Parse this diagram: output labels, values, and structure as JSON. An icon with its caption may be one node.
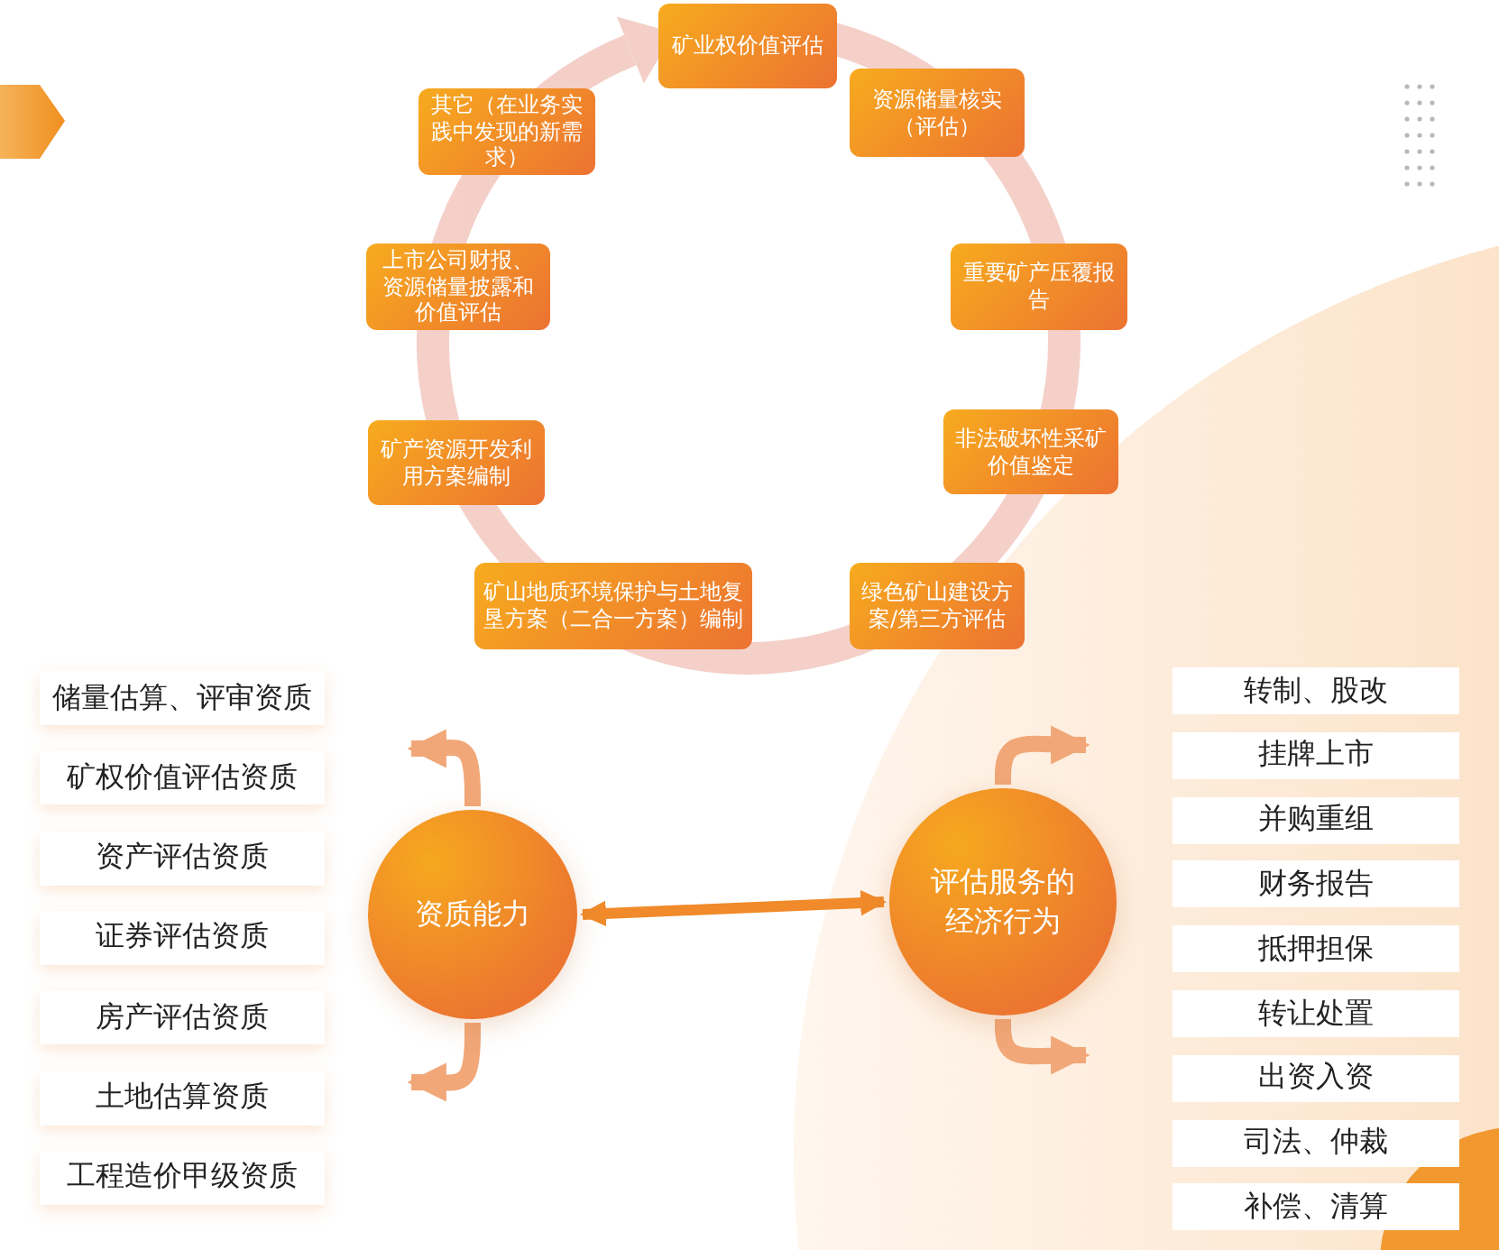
{
  "diagram": {
    "nodes": [
      {
        "text": [
          "矿业权价值评估"
        ]
      },
      {
        "text": [
          "资源储量核实（评估）"
        ]
      },
      {
        "text": [
          "重要矿产压覆报告"
        ]
      },
      {
        "text": [
          "非法破坏性采矿价值鉴定"
        ]
      },
      {
        "text": [
          "绿色矿山建设方案/第三方评估"
        ]
      },
      {
        "text": [
          "矿山地质环境保护与土地复垦方案（二合一方案）编制"
        ]
      },
      {
        "text": [
          "矿产资源开发利用方案编制"
        ]
      },
      {
        "text": [
          "上市公司财报、资源储量披露和价值评估"
        ]
      },
      {
        "text": [
          "其它（在业务实践中发现的新需求）"
        ]
      },
      {
        "text": [
          "资质能力"
        ]
      },
      {
        "text": [
          "评估服务的经济行为"
        ]
      },
      {
        "text": [
          "储量估算、评审资质"
        ]
      },
      {
        "text": [
          "矿权价值评估资质"
        ]
      },
      {
        "text": [
          "资产评估资质"
        ]
      },
      {
        "text": [
          "证券评估资质"
        ]
      },
      {
        "text": [
          "房产评估资质"
        ]
      },
      {
        "text": [
          "土地估算资质"
        ]
      },
      {
        "text": [
          "工程造价甲级资质"
        ]
      },
      {
        "text": [
          "转制、股改"
        ]
      },
      {
        "text": [
          "挂牌上市"
        ]
      },
      {
        "text": [
          "并购重组"
        ]
      },
      {
        "text": [
          "财务报告"
        ]
      },
      {
        "text": [
          "抵押担保"
        ]
      },
      {
        "text": [
          "转让处置"
        ]
      },
      {
        "text": [
          "出资入资"
        ]
      },
      {
        "text": [
          "司法、仲裁"
        ]
      },
      {
        "text": [
          "补偿、清算"
        ]
      }
    ],
    "edges": [
      {
        "from": 9,
        "to": 10,
        "arrow": "both"
      }
    ]
  }
}
